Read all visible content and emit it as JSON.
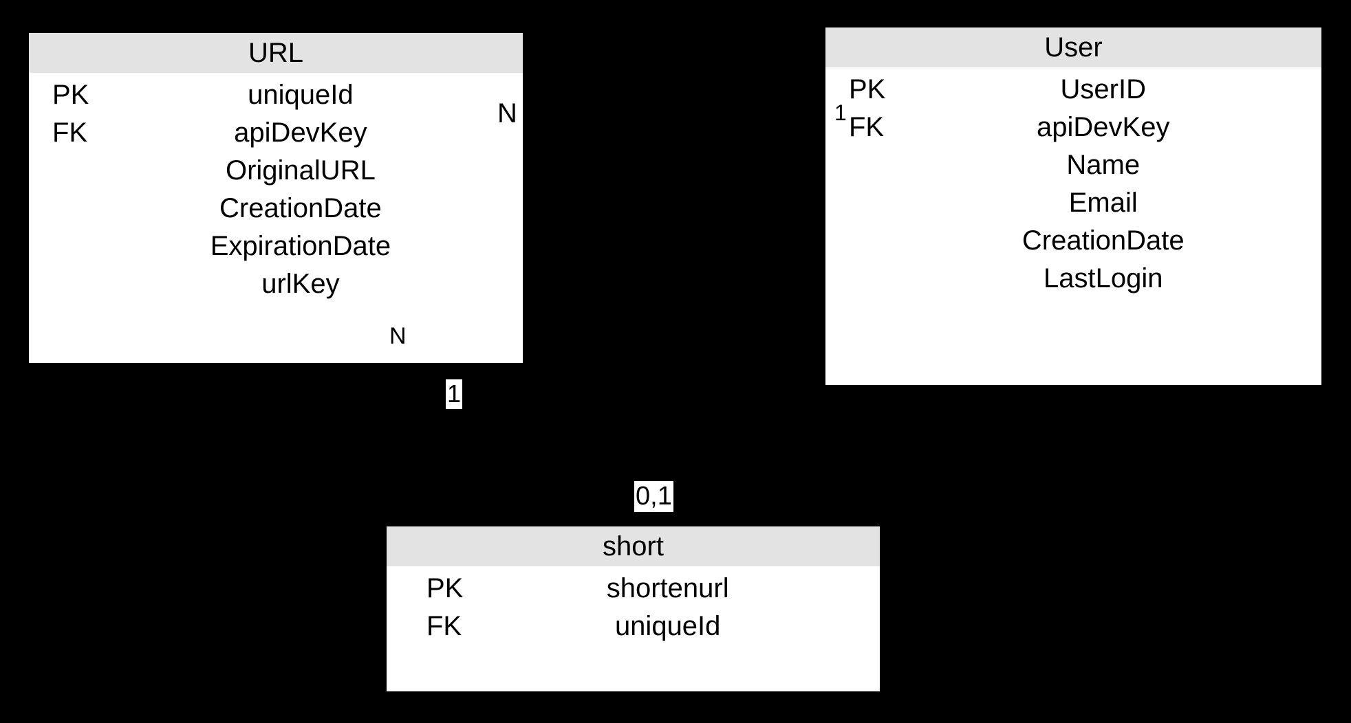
{
  "diagram": {
    "type": "er-diagram",
    "background_color": "#000000",
    "header_color": "#e3e3e3",
    "body_color": "#ffffff",
    "text_color": "#000000"
  },
  "entities": [
    {
      "id": "url",
      "title": "URL",
      "attributes": [
        {
          "key": "PK",
          "name": "uniqueId"
        },
        {
          "key": "FK",
          "name": "apiDevKey"
        },
        {
          "key": "",
          "name": "OriginalURL"
        },
        {
          "key": "",
          "name": "CreationDate"
        },
        {
          "key": "",
          "name": "ExpirationDate"
        },
        {
          "key": "",
          "name": "urlKey"
        }
      ]
    },
    {
      "id": "user",
      "title": "User",
      "attributes": [
        {
          "key": "PK",
          "name": "UserID"
        },
        {
          "key": "FK",
          "name": "apiDevKey"
        },
        {
          "key": "",
          "name": "Name"
        },
        {
          "key": "",
          "name": "Email"
        },
        {
          "key": "",
          "name": "CreationDate"
        },
        {
          "key": "",
          "name": "LastLogin"
        }
      ]
    },
    {
      "id": "short",
      "title": "short",
      "attributes": [
        {
          "key": "PK",
          "name": "shortenurl"
        },
        {
          "key": "FK",
          "name": "uniqueId"
        }
      ]
    }
  ],
  "cardinalities": [
    {
      "id": "url-right-n",
      "label": "N",
      "near": "URL.uniqueId right edge"
    },
    {
      "id": "url-bottom-n",
      "label": "N",
      "near": "URL.urlKey"
    },
    {
      "id": "url-bottom-1",
      "label": "1",
      "near": "below URL table"
    },
    {
      "id": "short-top-01",
      "label": "0,1",
      "near": "above short table"
    },
    {
      "id": "user-left-1",
      "label": "1",
      "near": "User.UserID left edge"
    }
  ]
}
